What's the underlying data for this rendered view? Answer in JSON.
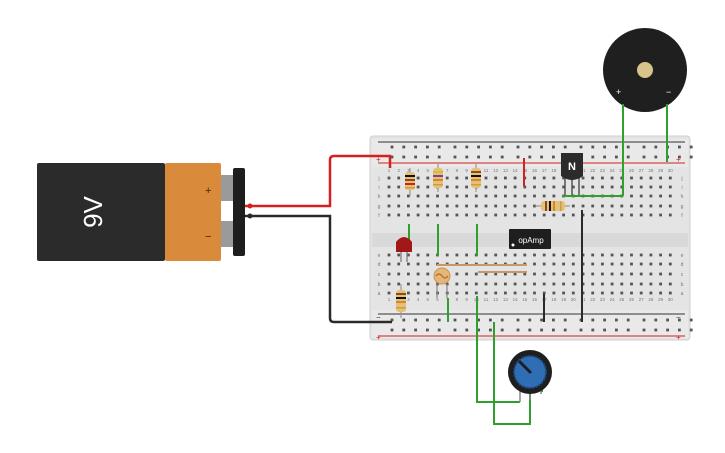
{
  "battery": {
    "label": "9V",
    "plus": "+",
    "minus": "−"
  },
  "buzzer": {
    "plus": "+",
    "minus": "−"
  },
  "transistor": {
    "label": "N"
  },
  "opamp": {
    "label": "opAmp"
  },
  "breadboard": {
    "rail_plus": "+",
    "rail_minus": "−",
    "row_letters_top": [
      "j",
      "i",
      "h",
      "g",
      "f"
    ],
    "row_letters_bottom": [
      "e",
      "d",
      "c",
      "b",
      "a"
    ],
    "column_numbers": [
      "1",
      "2",
      "3",
      "4",
      "5",
      "6",
      "7",
      "8",
      "9",
      "10",
      "11",
      "12",
      "13",
      "14",
      "15",
      "16",
      "17",
      "18",
      "19",
      "20",
      "21",
      "22",
      "23",
      "24",
      "25",
      "26",
      "27",
      "28",
      "29",
      "30"
    ]
  },
  "colors": {
    "wire_red": "#d42020",
    "wire_black": "#2a2a2a",
    "wire_green": "#2ea02e",
    "battery_orange": "#d98a3a",
    "battery_body": "#2b2b2b",
    "led": "#a01818",
    "pot_knob": "#2f6db5"
  }
}
